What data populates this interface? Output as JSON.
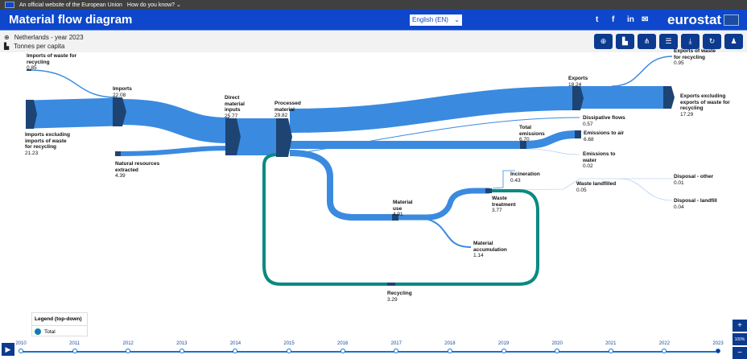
{
  "topbar": {
    "official": "An official website of the European Union",
    "how": "How do you know?",
    "chev": "⌄"
  },
  "header": {
    "title": "Material flow diagram",
    "language": "English (EN)",
    "lang_chev": "⌄",
    "brand": "eurostat",
    "social": [
      "t",
      "f",
      "in",
      "✉"
    ]
  },
  "sub": {
    "country": "Netherlands - year 2023",
    "unit": "Tonnes per capita"
  },
  "tools": [
    "⊕",
    "▙",
    "⋔",
    "☰",
    "⤓",
    "↻",
    "♟"
  ],
  "nodes": {
    "imp_waste": {
      "name": "Imports of waste for recycling",
      "value": "0.85"
    },
    "imp_excl": {
      "name": "Imports excluding imports of waste for recycling",
      "value": "21.23"
    },
    "imports": {
      "name": "Imports",
      "value": "22.08"
    },
    "natural": {
      "name": "Natural resources extracted",
      "value": "4.39"
    },
    "dmi": {
      "name": "Direct material inputs",
      "value": "25.77"
    },
    "processed": {
      "name": "Processed material",
      "value": "29.82"
    },
    "exports": {
      "name": "Exports",
      "value": "18.24"
    },
    "exp_waste": {
      "name": "Exports of waste for recycling",
      "value": "0.95"
    },
    "exp_excl": {
      "name": "Exports excluding exports of waste for recycling",
      "value": "17.29"
    },
    "dissipative": {
      "name": "Dissipative flows",
      "value": "0.57"
    },
    "total_em": {
      "name": "Total emissions",
      "value": "6.70"
    },
    "em_air": {
      "name": "Emissions to air",
      "value": "6.68"
    },
    "em_water": {
      "name": "Emissions to water",
      "value": "0.02"
    },
    "incineration": {
      "name": "Incineration",
      "value": "0.43"
    },
    "landfilled": {
      "name": "Waste landfilled",
      "value": "0.05"
    },
    "disp_other": {
      "name": "Disposal - other",
      "value": "0.01"
    },
    "disp_landfill": {
      "name": "Disposal - landfill",
      "value": "0.04"
    },
    "mat_use": {
      "name": "Material use",
      "value": "4.91"
    },
    "mat_acc": {
      "name": "Material accumulation",
      "value": "1.14"
    },
    "waste_treat": {
      "name": "Waste treatment",
      "value": "3.77"
    },
    "recycling": {
      "name": "Recycling",
      "value": "3.29"
    }
  },
  "legend": {
    "title": "Legend (top-down)",
    "item": "Total"
  },
  "timeline": {
    "play": "▶",
    "years": [
      "2010",
      "2011",
      "2012",
      "2013",
      "2014",
      "2015",
      "2016",
      "2017",
      "2018",
      "2019",
      "2020",
      "2021",
      "2022",
      "2023"
    ],
    "selected": "2023"
  },
  "zoom": {
    "plus": "+",
    "level": "100%",
    "minus": "−"
  },
  "colors": {
    "flow": "#3a8ae0",
    "node": "#1e4473",
    "recycling": "#0a8a80",
    "header": "#0e47cb"
  }
}
